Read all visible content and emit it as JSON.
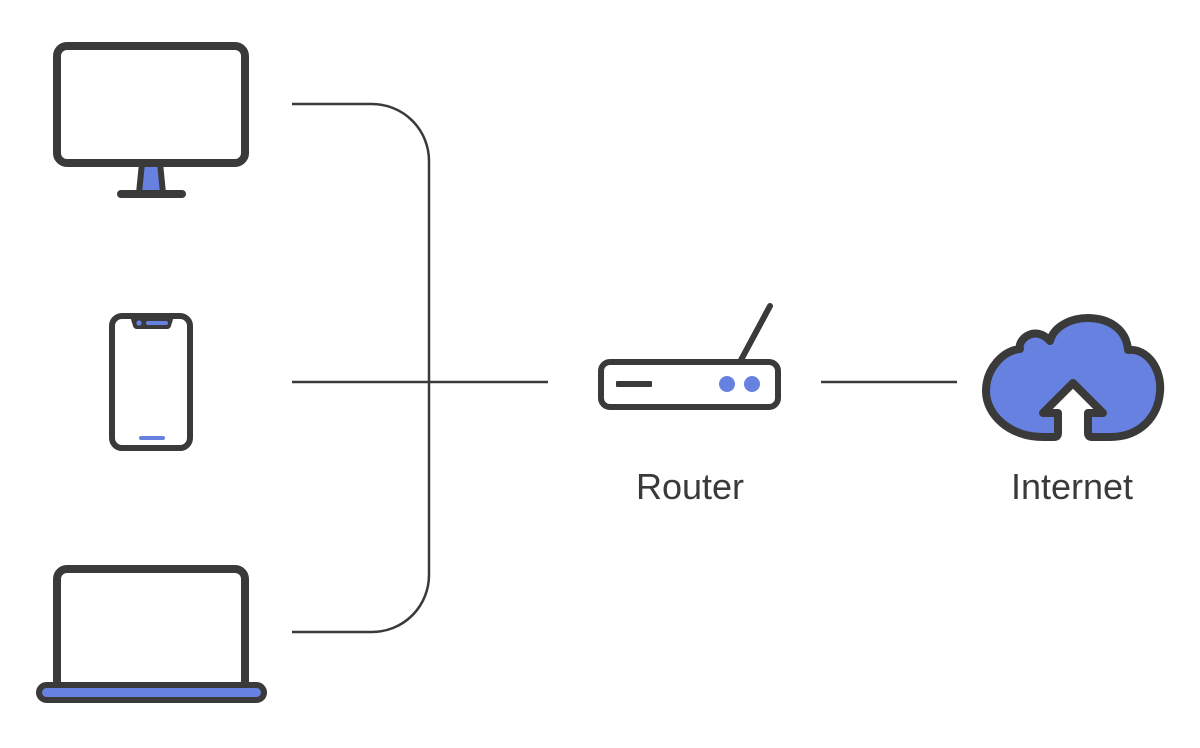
{
  "colors": {
    "stroke": "#3a3a3a",
    "accent": "#6681e0",
    "background": "#ffffff"
  },
  "nodes": {
    "devices": [
      {
        "icon": "desktop-monitor-icon"
      },
      {
        "icon": "smartphone-icon"
      },
      {
        "icon": "laptop-icon"
      }
    ],
    "router": {
      "icon": "router-icon",
      "label": "Router"
    },
    "internet": {
      "icon": "cloud-upload-icon",
      "label": "Internet"
    }
  },
  "connections": [
    {
      "from": "desktop-monitor",
      "to": "router"
    },
    {
      "from": "smartphone",
      "to": "router"
    },
    {
      "from": "laptop",
      "to": "router"
    },
    {
      "from": "router",
      "to": "internet"
    }
  ]
}
